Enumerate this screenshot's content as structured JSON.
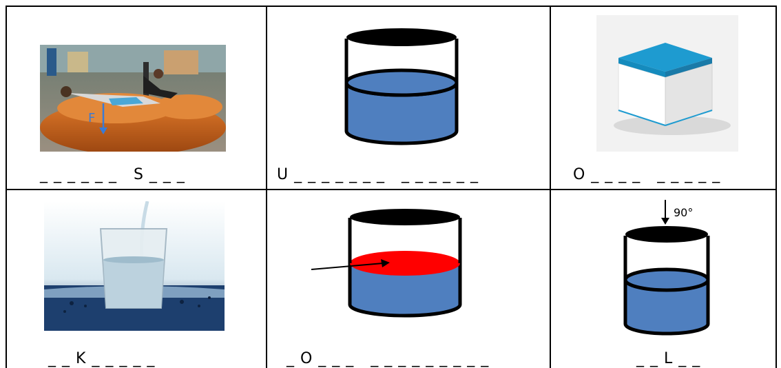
{
  "worksheet": {
    "cells": [
      {
        "caption": "_ _ _ _ _ _   S _ _ _",
        "image": "people-lying-on-inflatable-cushion",
        "force_label": "F"
      },
      {
        "caption": "U _ _ _ _ _ _ _   _ _ _ _ _ _",
        "image": "cylinder-partially-filled-with-liquid"
      },
      {
        "caption": "O _ _ _ _   _ _ _ _ _",
        "image": "cube-with-blue-top-face"
      },
      {
        "caption": "_ _ K _ _ _ _ _",
        "image": "water-poured-into-glass"
      },
      {
        "caption": "_ O _ _ _   _ _ _ _ _ _ _ _ _",
        "image": "cylinder-with-red-liquid-surface-and-arrow"
      },
      {
        "caption": "_ _ L _ _",
        "image": "cylinder-with-downward-arrow-angle",
        "angle_label": "90°"
      }
    ]
  },
  "colors": {
    "liquid": "#4f7fbf",
    "highlight": "#ff0000",
    "lid": "#000000",
    "cube_top": "#1e9bd0"
  }
}
